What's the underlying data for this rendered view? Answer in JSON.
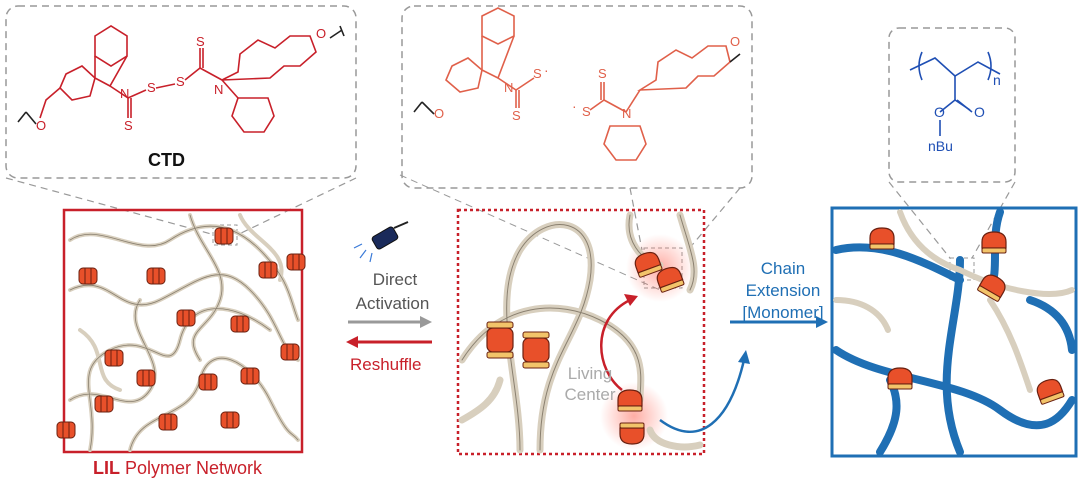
{
  "ctd_label": "CTD",
  "activation_line1": "Direct",
  "activation_line2": "Activation",
  "reshuffle_label": "Reshuffle",
  "chain_line1": "Chain",
  "chain_line2": "Extension",
  "chain_line3": "[Monomer]",
  "living_line1": "Living",
  "living_line2": "Center",
  "caption_bold": "LIL",
  "caption_rest": " Polymer Network",
  "polymer_n": "n",
  "polymer_o": "O",
  "polymer_nbu": "nBu",
  "atom_n": "N",
  "atom_s": "S",
  "atom_o": "O",
  "radical_dot": "·",
  "colors": {
    "red": "#c8202a",
    "blue": "#1f6fb4",
    "strand": "#d8cfbe",
    "node": "#e8502a",
    "gray": "#999999"
  }
}
